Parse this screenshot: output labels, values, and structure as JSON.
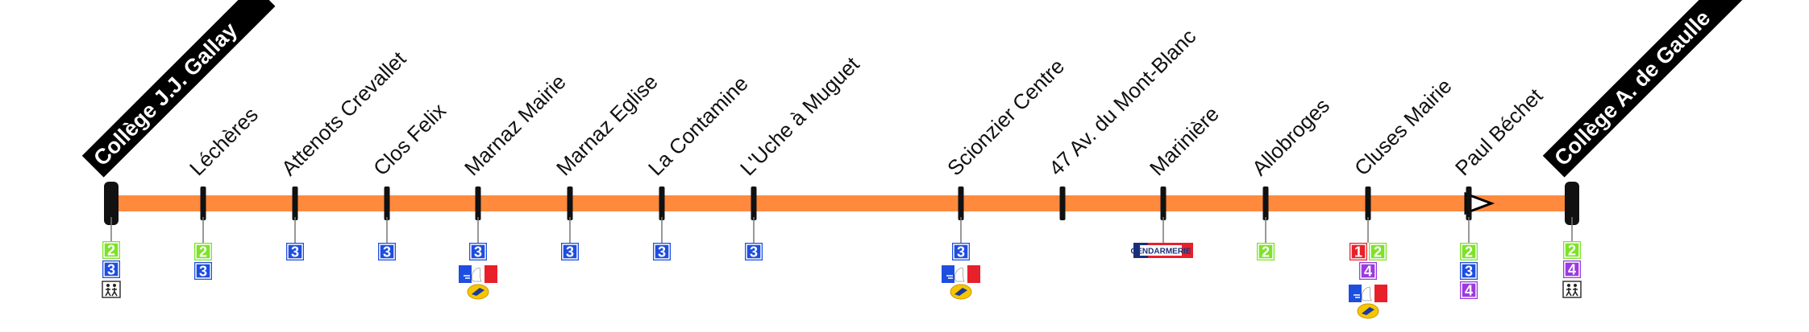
{
  "line": {
    "color": "#ff8a3d"
  },
  "route_colors": {
    "1": "#e8202a",
    "2": "#7fe22a",
    "3": "#1e4ee0",
    "4": "#9a3ae0"
  },
  "icons": {
    "pedestrian": "pedestrians-icon",
    "flag": "french-flag-marianne-icon",
    "post": "la-poste-icon",
    "gendarmerie": "gendarmerie-icon"
  },
  "stops": [
    {
      "id": "college-jj-gallay",
      "name": "Collège J.J. Gallay",
      "terminus": true,
      "routes": [
        [
          "2"
        ],
        [
          "3"
        ]
      ],
      "icons": [
        "pedestrian"
      ]
    },
    {
      "id": "lecheres",
      "name": "Léchères",
      "routes": [
        [
          "2"
        ],
        [
          "3"
        ]
      ],
      "icons": []
    },
    {
      "id": "attenots-crevallet",
      "name": "Attenots Crevallet",
      "routes": [
        [
          "3"
        ]
      ],
      "icons": []
    },
    {
      "id": "clos-felix",
      "name": "Clos Felix",
      "routes": [
        [
          "3"
        ]
      ],
      "icons": []
    },
    {
      "id": "marnaz-mairie",
      "name": "Marnaz Mairie",
      "routes": [
        [
          "3"
        ]
      ],
      "icons": [
        "flag",
        "post"
      ]
    },
    {
      "id": "marnaz-eglise",
      "name": "Marnaz Eglise",
      "routes": [
        [
          "3"
        ]
      ],
      "icons": []
    },
    {
      "id": "la-contamine",
      "name": "La Contamine",
      "routes": [
        [
          "3"
        ]
      ],
      "icons": []
    },
    {
      "id": "luche-a-muguet",
      "name": "L'Uche à Muguet",
      "routes": [
        [
          "3"
        ]
      ],
      "icons": []
    },
    {
      "id": "scionzier-centre",
      "name": "Scionzier Centre",
      "routes": [
        [
          "3"
        ]
      ],
      "icons": [
        "flag",
        "post"
      ]
    },
    {
      "id": "47-av-mont-blanc",
      "name": "47 Av. du Mont-Blanc",
      "routes": [],
      "icons": []
    },
    {
      "id": "mariniere",
      "name": "Marinière",
      "routes": [],
      "icons": [
        "gendarmerie"
      ],
      "gendarmerie_label": "GENDARMERIE"
    },
    {
      "id": "allobroges",
      "name": "Allobroges",
      "routes": [
        [
          "2"
        ]
      ],
      "icons": []
    },
    {
      "id": "cluses-mairie",
      "name": "Cluses Mairie",
      "routes": [
        [
          "1",
          "2"
        ],
        [
          "4"
        ]
      ],
      "icons": [
        "flag",
        "post"
      ]
    },
    {
      "id": "paul-bechet",
      "name": "Paul Béchet",
      "routes": [
        [
          "2"
        ],
        [
          "3"
        ],
        [
          "4"
        ]
      ],
      "icons": []
    },
    {
      "id": "college-a-de-gaulle",
      "name": "Collège A. de Gaulle",
      "terminus": true,
      "routes": [
        [
          "2"
        ],
        [
          "4"
        ]
      ],
      "icons": [
        "pedestrian"
      ]
    }
  ]
}
